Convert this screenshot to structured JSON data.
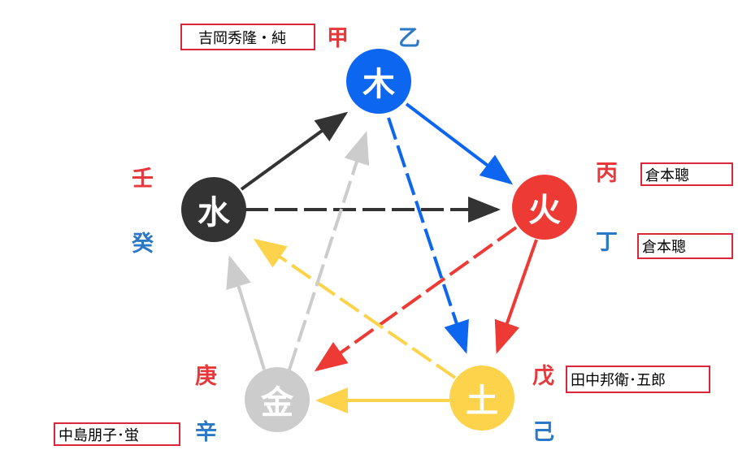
{
  "elements": {
    "wood": {
      "label": "木",
      "color": "#0d66ef"
    },
    "fire": {
      "label": "火",
      "color": "#ee3a35"
    },
    "earth": {
      "label": "土",
      "color": "#fcd34a"
    },
    "metal": {
      "label": "金",
      "color": "#cccccc"
    },
    "water": {
      "label": "水",
      "color": "#333333"
    }
  },
  "stems": {
    "jia": "甲",
    "yi": "乙",
    "bing": "丙",
    "ding": "丁",
    "wu": "戊",
    "ji": "己",
    "geng": "庚",
    "xin": "辛",
    "ren": "壬",
    "gui": "癸"
  },
  "names": {
    "jia": "吉岡秀隆・純",
    "bing": "倉本聰",
    "ding": "倉本聰",
    "wu": "田中邦衛･五郎",
    "xin": "中島朋子･蛍"
  }
}
